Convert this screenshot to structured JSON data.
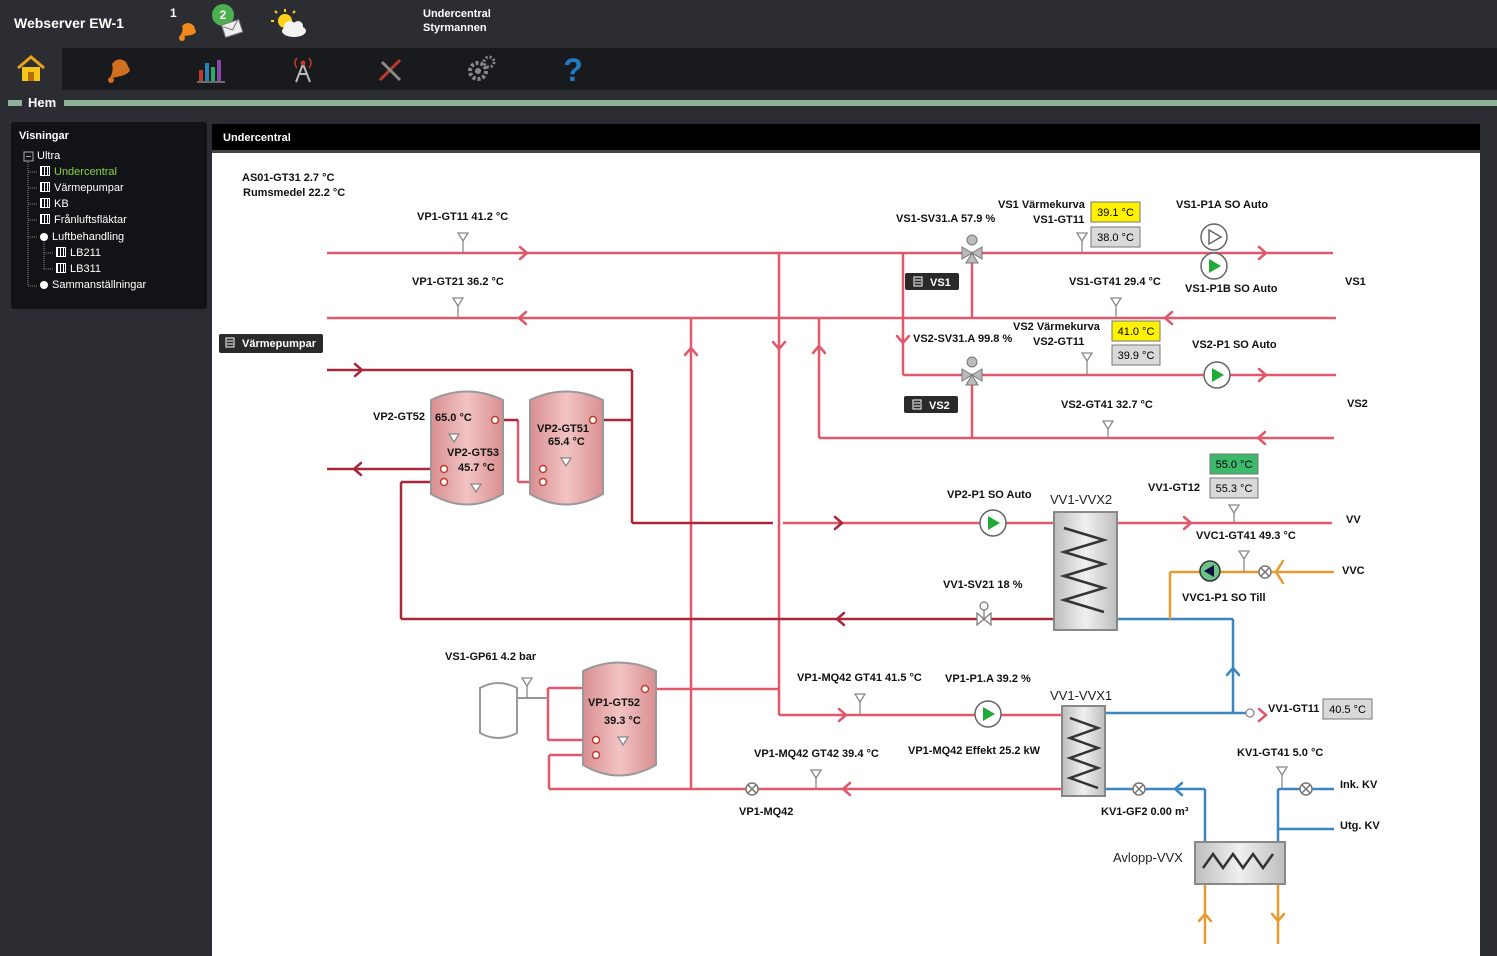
{
  "app": {
    "title": "Webserver EW-1",
    "alarm_count": "1",
    "message_count": "2"
  },
  "site": {
    "line1": "Undercentral",
    "line2": "Styrmannen"
  },
  "breadcrumb": {
    "label": "Hem"
  },
  "tree": {
    "title": "Visningar",
    "root": "Ultra",
    "items": [
      {
        "label": "Undercentral"
      },
      {
        "label": "Värmepumpar"
      },
      {
        "label": "KB"
      },
      {
        "label": "Frånluftsfläktar"
      },
      {
        "label": "Luftbehandling"
      },
      {
        "label": "LB211"
      },
      {
        "label": "LB311"
      },
      {
        "label": "Sammanställningar"
      }
    ]
  },
  "panel": {
    "title": "Undercentral"
  },
  "diagram": {
    "as01_gt31": "AS01-GT31 2.7 °C",
    "rumsmedel": "Rumsmedel 22.2 °C",
    "vp1_gt11": "VP1-GT11 41.2 °C",
    "vp1_gt21": "VP1-GT21 36.2 °C",
    "varmepumpar_btn": "Värmepumpar",
    "vs1_sv31": "VS1-SV31.A 57.9 %",
    "vs1_varmekurva": "VS1 Värmekurva",
    "vs1_gt11": "VS1-GT11",
    "vs1_setpoint": "39.1 °C",
    "vs1_gt11_value": "38.0 °C",
    "vs1_p1a": "VS1-P1A SO Auto",
    "vs1_p1b": "VS1-P1B SO Auto",
    "vs1_label": "VS1",
    "vs1_btn": "VS1",
    "vs1_gt41": "VS1-GT41 29.4 °C",
    "vs2_sv31": "VS2-SV31.A 99.8 %",
    "vs2_varmekurva": "VS2 Värmekurva",
    "vs2_gt11": "VS2-GT11",
    "vs2_setpoint": "41.0 °C",
    "vs2_gt11_value": "39.9 °C",
    "vs2_p1": "VS2-P1 SO Auto",
    "vs2_btn": "VS2",
    "vs2_gt41": "VS2-GT41 32.7 °C",
    "vs2_label": "VS2",
    "vp2_gt52": "VP2-GT52",
    "vp2_gt52_value": "65.0 °C",
    "vp2_gt53": "VP2-GT53",
    "vp2_gt53_value": "45.7 °C",
    "vp2_gt51": "VP2-GT51",
    "vp2_gt51_value": "65.4 °C",
    "vp2_p1": "VP2-P1 SO Auto",
    "vv1_vvx2": "VV1-VVX2",
    "vv1_gt12": "VV1-GT12",
    "vv1_gt12_setpoint": "55.0 °C",
    "vv1_gt12_value": "55.3 °C",
    "vv_label": "VV",
    "vvc1_gt41": "VVC1-GT41 49.3 °C",
    "vvc_label": "VVC",
    "vvc1_p1": "VVC1-P1 SO Till",
    "vv1_sv21": "VV1-SV21 18 %",
    "vs1_gp61": "VS1-GP61 4.2 bar",
    "vp1_gt52": "VP1-GT52",
    "vp1_gt52_value": "39.3 °C",
    "vp1_mq42_gt41": "VP1-MQ42 GT41 41.5 °C",
    "vp1_p1a": "VP1-P1.A 39.2 %",
    "vv1_vvx1": "VV1-VVX1",
    "vp1_mq42_effekt": "VP1-MQ42 Effekt 25.2 kW",
    "vv1_gt11": "VV1-GT11",
    "vv1_gt11_value": "40.5 °C",
    "vp1_mq42_gt42": "VP1-MQ42 GT42 39.4 °C",
    "vp1_mq42": "VP1-MQ42",
    "kv1_gt41": "KV1-GT41 5.0 °C",
    "ink_kv": "Ink. KV",
    "utg_kv": "Utg. KV",
    "kv1_gf2": "KV1-GF2 0.00 m³",
    "avlopp_vvx": "Avlopp-VVX"
  },
  "colors": {
    "accent_green": "#8bd14a",
    "pipe_red": "#e0586a",
    "pipe_dark_red": "#a8283a",
    "pipe_blue": "#3a86c2",
    "pipe_orange": "#e89a30",
    "setpoint_yellow": "#fff200",
    "setpoint_green": "#3cb96a"
  }
}
